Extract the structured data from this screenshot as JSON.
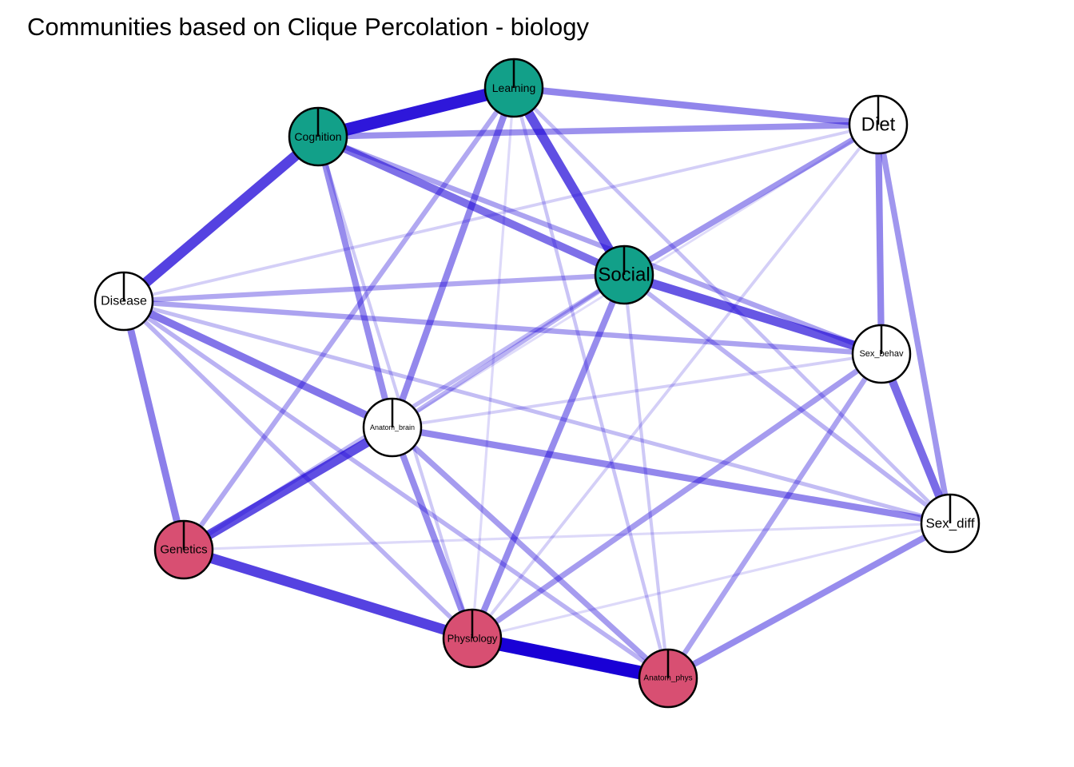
{
  "title": "Communities based on Clique Percolation - biology",
  "colors": {
    "community_green": "#12A089",
    "community_red": "#D84F72",
    "no_community": "#FFFFFF",
    "edge": "#1900D6"
  },
  "nodes": [
    {
      "id": "Learning",
      "label": "Learning",
      "community": "green"
    },
    {
      "id": "Cognition",
      "label": "Cognition",
      "community": "green"
    },
    {
      "id": "Diet",
      "label": "Diet",
      "community": "none"
    },
    {
      "id": "Social",
      "label": "Social",
      "community": "green"
    },
    {
      "id": "Disease",
      "label": "Disease",
      "community": "none"
    },
    {
      "id": "Sex_behav",
      "label": "Sex_behav",
      "community": "none"
    },
    {
      "id": "Anatom_brain",
      "label": "Anatom_brain",
      "community": "none"
    },
    {
      "id": "Sex_diff",
      "label": "Sex_diff",
      "community": "none"
    },
    {
      "id": "Genetics",
      "label": "Genetics",
      "community": "red"
    },
    {
      "id": "Physiology",
      "label": "Physiology",
      "community": "red"
    },
    {
      "id": "Anatom_phys",
      "label": "Anatom_phys",
      "community": "red"
    }
  ],
  "edges": [
    {
      "source": "Physiology",
      "target": "Anatom_phys",
      "weight": 1.0
    },
    {
      "source": "Cognition",
      "target": "Learning",
      "weight": 0.9
    },
    {
      "source": "Cognition",
      "target": "Disease",
      "weight": 0.72
    },
    {
      "source": "Genetics",
      "target": "Physiology",
      "weight": 0.72
    },
    {
      "source": "Learning",
      "target": "Social",
      "weight": 0.66
    },
    {
      "source": "Genetics",
      "target": "Anatom_brain",
      "weight": 0.66
    },
    {
      "source": "Social",
      "target": "Sex_behav",
      "weight": 0.63
    },
    {
      "source": "Sex_behav",
      "target": "Sex_diff",
      "weight": 0.54
    },
    {
      "source": "Cognition",
      "target": "Social",
      "weight": 0.52
    },
    {
      "source": "Disease",
      "target": "Anatom_brain",
      "weight": 0.5
    },
    {
      "source": "Disease",
      "target": "Genetics",
      "weight": 0.46
    },
    {
      "source": "Learning",
      "target": "Diet",
      "weight": 0.44
    },
    {
      "source": "Cognition",
      "target": "Diet",
      "weight": 0.38
    },
    {
      "source": "Diet",
      "target": "Sex_behav",
      "weight": 0.42
    },
    {
      "source": "Diet",
      "target": "Sex_diff",
      "weight": 0.36
    },
    {
      "source": "Anatom_brain",
      "target": "Sex_diff",
      "weight": 0.42
    },
    {
      "source": "Learning",
      "target": "Anatom_brain",
      "weight": 0.42
    },
    {
      "source": "Social",
      "target": "Physiology",
      "weight": 0.4
    },
    {
      "source": "Anatom_brain",
      "target": "Physiology",
      "weight": 0.4
    },
    {
      "source": "Cognition",
      "target": "Anatom_brain",
      "weight": 0.4
    },
    {
      "source": "Diet",
      "target": "Social",
      "weight": 0.36
    },
    {
      "source": "Sex_diff",
      "target": "Anatom_phys",
      "weight": 0.4
    },
    {
      "source": "Sex_behav",
      "target": "Physiology",
      "weight": 0.34
    },
    {
      "source": "Anatom_brain",
      "target": "Anatom_phys",
      "weight": 0.34
    },
    {
      "source": "Disease",
      "target": "Sex_behav",
      "weight": 0.3
    },
    {
      "source": "Disease",
      "target": "Social",
      "weight": 0.28
    },
    {
      "source": "Sex_behav",
      "target": "Anatom_phys",
      "weight": 0.3
    },
    {
      "source": "Learning",
      "target": "Genetics",
      "weight": 0.28
    },
    {
      "source": "Disease",
      "target": "Anatom_phys",
      "weight": 0.24
    },
    {
      "source": "Cognition",
      "target": "Sex_behav",
      "weight": 0.3
    },
    {
      "source": "Social",
      "target": "Anatom_brain",
      "weight": 0.24
    },
    {
      "source": "Social",
      "target": "Sex_diff",
      "weight": 0.24
    },
    {
      "source": "Genetics",
      "target": "Social",
      "weight": 0.22
    },
    {
      "source": "Disease",
      "target": "Physiology",
      "weight": 0.24
    },
    {
      "source": "Disease",
      "target": "Sex_diff",
      "weight": 0.2
    },
    {
      "source": "Learning",
      "target": "Sex_diff",
      "weight": 0.18
    },
    {
      "source": "Learning",
      "target": "Anatom_phys",
      "weight": 0.16
    },
    {
      "source": "Cognition",
      "target": "Physiology",
      "weight": 0.14
    },
    {
      "source": "Diet",
      "target": "Physiology",
      "weight": 0.12
    },
    {
      "source": "Diet",
      "target": "Disease",
      "weight": 0.12
    },
    {
      "source": "Anatom_brain",
      "target": "Sex_behav",
      "weight": 0.12
    },
    {
      "source": "Social",
      "target": "Anatom_phys",
      "weight": 0.14
    },
    {
      "source": "Genetics",
      "target": "Sex_diff",
      "weight": 0.08
    },
    {
      "source": "Physiology",
      "target": "Sex_diff",
      "weight": 0.08
    },
    {
      "source": "Learning",
      "target": "Physiology",
      "weight": 0.08
    },
    {
      "source": "Diet",
      "target": "Anatom_brain",
      "weight": 0.06
    }
  ]
}
